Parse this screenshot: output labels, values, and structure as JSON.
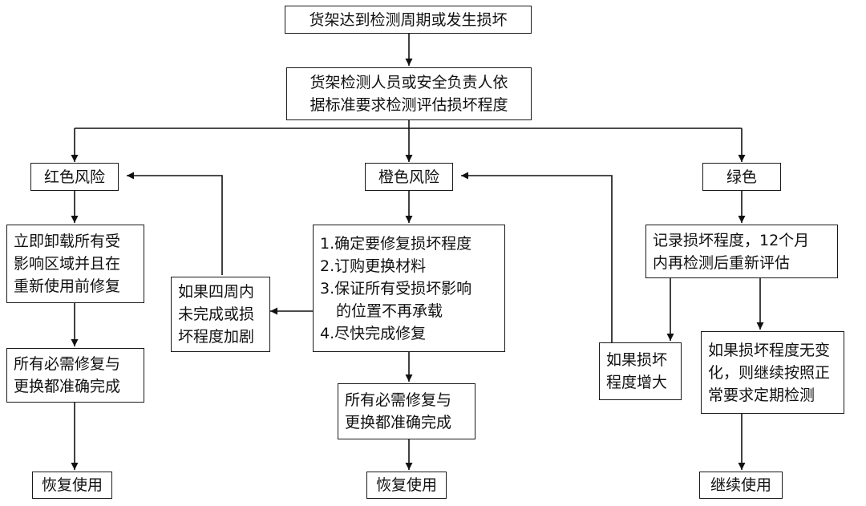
{
  "nodes": {
    "trigger": [
      "货架达到检测周期或发生损坏"
    ],
    "assess": [
      "货架检测人员或安全负责人依",
      "据标准要求检测评估损坏程度"
    ],
    "red": [
      "红色风险"
    ],
    "orange": [
      "橙色风险"
    ],
    "green": [
      "绿色"
    ],
    "red_action": [
      "立即卸载所有受",
      "影响区域并且在",
      "重新使用前修复"
    ],
    "red_escalate": [
      "如果四周内",
      "未完成或损",
      "坏程度加剧"
    ],
    "orange_actions": [
      "1.确定要修复损坏程度",
      "2.订购更换材料",
      "3.保证所有受损坏影响",
      "的位置不再承载",
      "4.尽快完成修复"
    ],
    "green_record": [
      "记录损坏程度，12个月",
      "内再检测后重新评估"
    ],
    "green_escalate": [
      "如果损坏",
      "程度增大"
    ],
    "green_nochange": [
      "如果损坏程度无变",
      "化，则继续按照正",
      "常要求定期检测"
    ],
    "red_done": [
      "所有必需修复与",
      "更换都准确完成"
    ],
    "orange_done": [
      "所有必需修复与",
      "更换都准确完成"
    ],
    "red_resume": [
      "恢复使用"
    ],
    "orange_resume": [
      "恢复使用"
    ],
    "green_continue": [
      "继续使用"
    ]
  }
}
